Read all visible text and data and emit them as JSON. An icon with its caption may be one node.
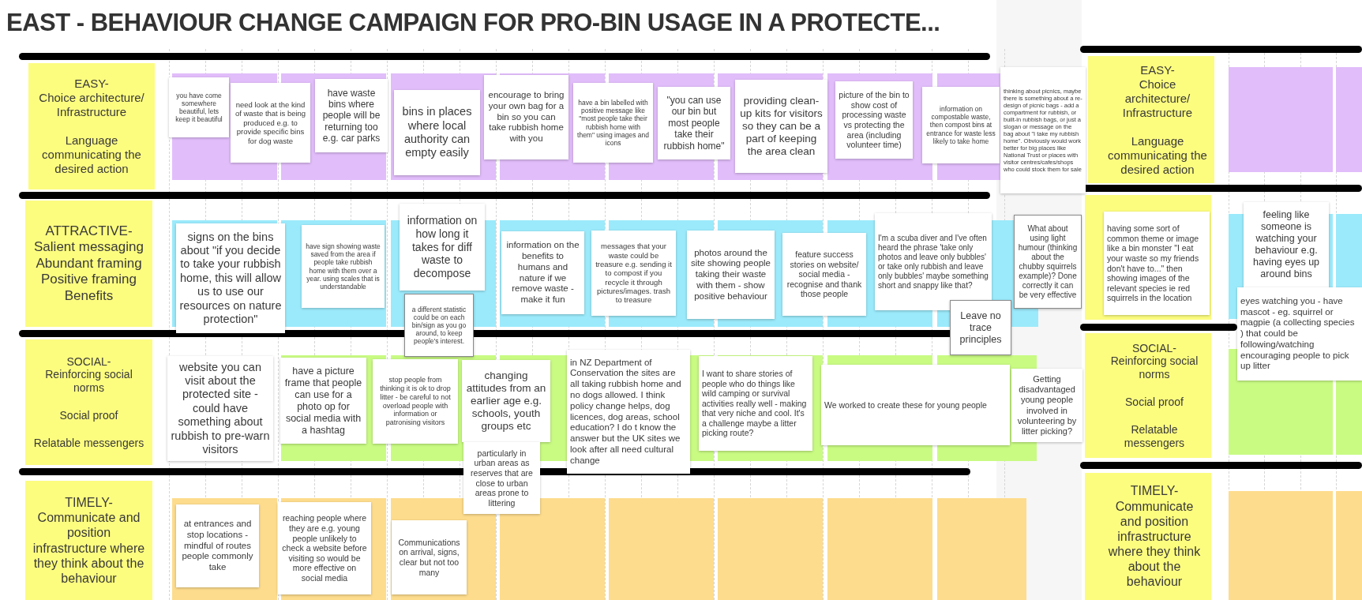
{
  "diagram": {
    "title": "EAST - BEHAVIOUR CHANGE CAMPAIGN FOR PRO-BIN USAGE IN A PROTECTE...",
    "nodes": [
      {
        "text": [
          "EASY-",
          "Choice architecture/ Infrastructure",
          "Language communicating the desired action"
        ]
      },
      {
        "text": [
          "you have come somewhere beautiful, lets keep it beautiful"
        ]
      },
      {
        "text": [
          "need look at the kind of waste that is being produced e.g. to provide specific bins for dog waste"
        ]
      },
      {
        "text": [
          "have waste bins where people will be returning too e.g. car parks"
        ]
      },
      {
        "text": [
          "bins in places where local authority can empty easily"
        ]
      },
      {
        "text": [
          "encourage to bring your own bag for a bin so you can take rubbish home with you"
        ]
      },
      {
        "text": [
          "have a bin labelled with positive message like \"most people take their rubbish home with them\" using images and icons"
        ]
      },
      {
        "text": [
          "\"you can use our bin but most people take their rubbish home\""
        ]
      },
      {
        "text": [
          "providing clean-up kits for visitors so they can be a part of keeping the area clean"
        ]
      },
      {
        "text": [
          "picture of the bin to show cost of processing waste vs protecting the area (including volunteer time)"
        ]
      },
      {
        "text": [
          "information on compostable waste, then compost bins at entrance for waste less likely to take home"
        ]
      },
      {
        "text": [
          "thinking about picnics, maybe there is something about a re-design of picnic bags - add a compartment for rubbish, or built-in rubbish bags, or just a slogan or message on the bag about \"I take my rubbish home\". Obviously would work better for big places like National Trust or places with visitor centres/cafes/shops who could stock them for sale"
        ]
      },
      {
        "text": [
          "EASY-",
          "Choice architecture/ Infrastructure",
          "Language communicating the desired action"
        ]
      },
      {
        "text": [
          "ATTRACTIVE-",
          "Salient messaging",
          "Abundant framing",
          "Positive framing",
          "Benefits"
        ]
      },
      {
        "text": [
          "signs on the bins about \"if you decide to take your rubbish home, this will allow us to use our resources on nature protection\""
        ]
      },
      {
        "text": [
          "have sign showing waste saved from the area if people take rubbish home with them over a year. using scales that is understandable"
        ]
      },
      {
        "text": [
          "information on how long it takes for diff waste to decompose"
        ]
      },
      {
        "text": [
          "a different statistic could be on each bin/sign as you go around, to keep people's interest."
        ]
      },
      {
        "text": [
          "information on the benefits to humans and nature if we remove waste - make it fun"
        ]
      },
      {
        "text": [
          "messages that your waste could be treasure e.g. sending it to compost if you recycle it through pictures/images. trash to treasure"
        ]
      },
      {
        "text": [
          "photos around the site showing people taking their waste with them - show positive behaviour"
        ]
      },
      {
        "text": [
          "feature success stories on website/ social media - recognise and thank those people"
        ]
      },
      {
        "text": [
          "I'm a scuba diver and I've often heard the phrase 'take only photos and leave only bubbles' or take only rubbish and leave only bubbles' maybe something short and snappy like that?"
        ]
      },
      {
        "text": [
          "Leave no trace principles"
        ]
      },
      {
        "text": [
          "What about using light humour (thinking about the chubby squirrels example)?  Done correctly it can be very effective"
        ]
      },
      {
        "text": [],
        "shape": "box"
      },
      {
        "text": [
          "having some sort of common theme or image like a bin monster \"I eat your waste so my friends don't have to...\" then showing images of the relevant species ie red squirrels in the location"
        ],
        "in": 25
      },
      {
        "text": [
          "feeling like someone is watching your behaviour e.g. having eyes up around bins"
        ]
      },
      {
        "text": [
          "eyes watching you - have mascot - eg.  squirrel or magpie (a collecting species ) that could be following/watching encouraging people to pick up litter"
        ]
      },
      {
        "text": [
          "SOCIAL-",
          "Reinforcing social norms",
          "Social proof",
          "Relatable messengers"
        ]
      },
      {
        "text": [
          "website you can visit about the protected site - could have something about rubbish to pre-warn visitors"
        ]
      },
      {
        "text": [
          "have a picture frame that people can use for a photo op for social media with a hashtag"
        ]
      },
      {
        "text": [
          "stop people from thinking it is ok to drop litter - be careful to not overload people with information or patronising visitors"
        ]
      },
      {
        "text": [
          "changing attitudes from an earlier age e.g. schools, youth groups etc"
        ]
      },
      {
        "text": [
          "particularly in urban areas as reserves that are close to urban areas prone to littering"
        ]
      },
      {
        "text": [
          "in NZ Department of Conservation the sites are all taking rubbish home and no dogs allowed. I think policy change helps, dog licences, dog areas, school education? I do t know the answer but the UK sites we look after all need cultural change"
        ]
      },
      {
        "text": [
          "I want to share stories of people who do things like wild camping or survival activities really well - making that very niche and cool. It's a challenge maybe a litter picking route?"
        ]
      },
      {
        "text": [
          "We worked to create these for young people"
        ]
      },
      {
        "text": [
          "Getting disadvantaged young people involved in volunteering by litter picking?"
        ]
      },
      {
        "text": [
          "SOCIAL-",
          "Reinforcing social norms",
          "Social proof",
          "Relatable messengers"
        ]
      },
      {
        "text": [
          "TIMELY-",
          "Communicate and position infrastructure where they think about the behaviour"
        ]
      },
      {
        "text": [
          "at entrances and stop locations - mindful of routes people commonly take"
        ]
      },
      {
        "text": [
          "reaching people where they are e.g. young people unlikely to check a website before visiting so would be more effective on social media"
        ]
      },
      {
        "text": [
          "Communications on arrival, signs, clear but not too many"
        ]
      },
      {
        "text": [
          "TIMELY-",
          "Communicate and position infrastructure where they think about the behaviour"
        ]
      }
    ]
  }
}
